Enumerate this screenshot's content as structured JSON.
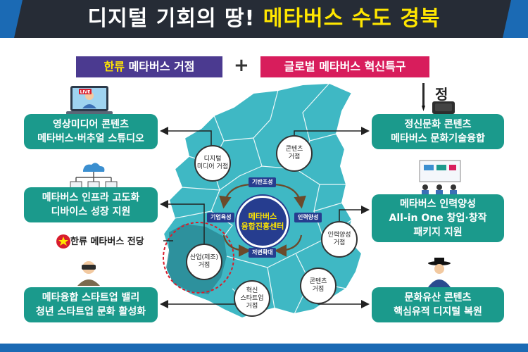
{
  "header": {
    "title_white": "디지털 기회의 땅!",
    "title_yellow": "메타버스 수도 경북"
  },
  "tags": {
    "left_yellow": "한류",
    "left_white": "메타버스 거점",
    "plus": "+",
    "right": "글로벌 메타버스 혁신특구"
  },
  "left_boxes": [
    {
      "line1": "영상미디어 콘텐츠",
      "line2": "메타버스·버추얼 스튜디오"
    },
    {
      "line1": "메타버스 인프라 고도화",
      "line2": "디바이스 성장 지원"
    },
    {
      "line1": "메타융합 스타트업 밸리",
      "line2": "청년 스타트업 문화 활성화"
    }
  ],
  "right_boxes": [
    {
      "line1": "정신문화 콘텐츠",
      "line2": "메타버스 문화기술융합"
    },
    {
      "line1": "메타버스 인력양성",
      "line2": "All-in One 창업·창작",
      "line3": "패키지 지원"
    },
    {
      "line1": "문화유산 콘텐츠",
      "line2": "핵심유적 디지털 복원"
    }
  ],
  "hallyu_label": "한류 메타버스 전당",
  "live_badge": "LIVE",
  "jeong_char": "정",
  "nodes": {
    "digital_media": {
      "line1": "디지털",
      "line2": "미디어 거점"
    },
    "contents_top": {
      "line1": "콘텐츠",
      "line2": "거점"
    },
    "industry": {
      "line1": "산업(제조)",
      "line2": "거점"
    },
    "innovation": {
      "line1": "혁신",
      "line2": "스타트업",
      "line3": "거점"
    },
    "talent": {
      "line1": "인력양성",
      "line2": "거점"
    },
    "contents_bottom": {
      "line1": "콘텐츠",
      "line2": "거점"
    }
  },
  "center": {
    "line1": "메타버스",
    "line2": "융합진흥센터"
  },
  "pills": {
    "top": "기반조성",
    "left": "기업육성",
    "right": "인력양성",
    "bottom": "저변확대"
  },
  "colors": {
    "box_teal": "#1b9a8c",
    "map_teal": "#3fb8c4",
    "tag_purple": "#4b3a90",
    "tag_pink": "#d81d5c",
    "banner_dark": "#262c36",
    "accent_yellow": "#ffe600",
    "center_navy": "#263d8f",
    "hub_red": "#d81d2c"
  },
  "icons": [
    "laptop-streamer-icon",
    "cloud-network-icon",
    "vr-headset-person-icon",
    "brush-inkstone-icon",
    "presentation-audience-icon",
    "scholar-hat-person-icon",
    "red-star-icon"
  ]
}
